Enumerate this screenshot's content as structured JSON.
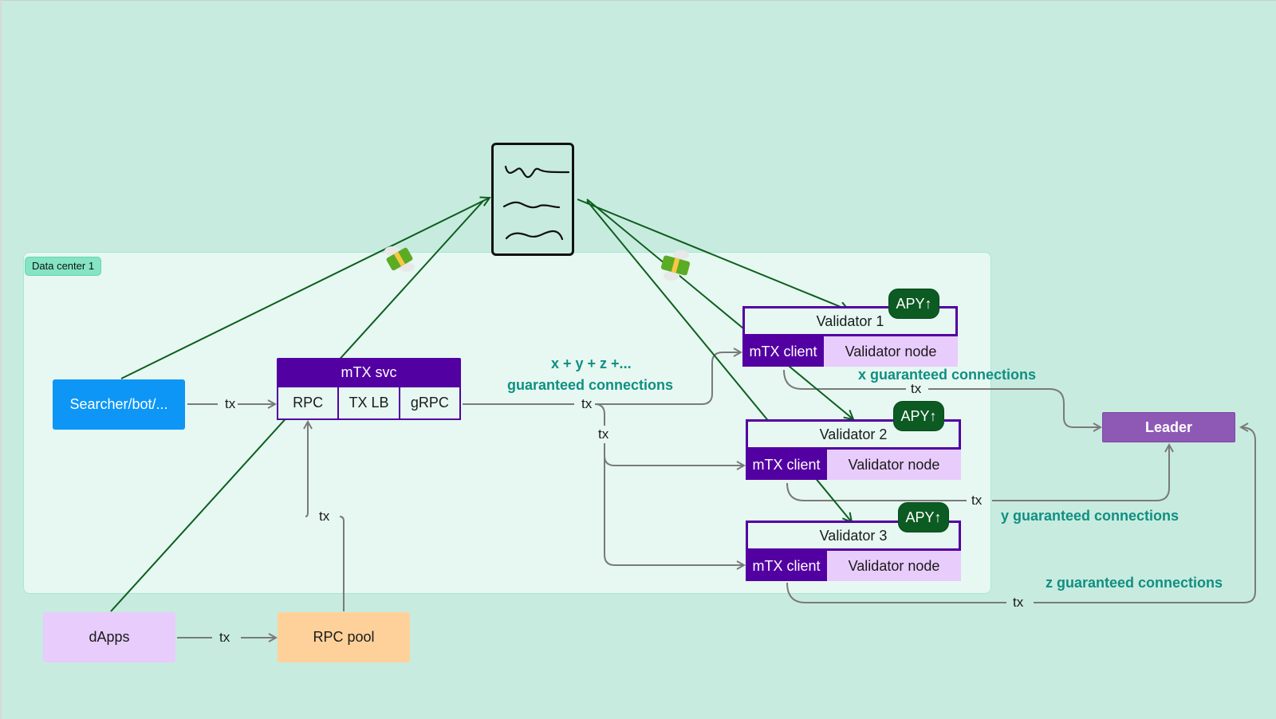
{
  "diagram": {
    "data_center": {
      "label": "Data center 1"
    },
    "nodes": {
      "searcher": "Searcher/bot/...",
      "dapps": "dApps",
      "rpc_pool": "RPC pool",
      "leader": "Leader"
    },
    "mtx_svc": {
      "title": "mTX svc",
      "cells": [
        "RPC",
        "TX LB",
        "gRPC"
      ]
    },
    "validators": [
      {
        "name": "Validator 1",
        "client": "mTX client",
        "node": "Validator node",
        "badge": "APY↑"
      },
      {
        "name": "Validator 2",
        "client": "mTX client",
        "node": "Validator node",
        "badge": "APY↑"
      },
      {
        "name": "Validator 3",
        "client": "mTX client",
        "node": "Validator node",
        "badge": "APY↑"
      }
    ],
    "edge_label": "tx",
    "annotations": {
      "total_line1": "x + y + z +...",
      "total_line2": "guaranteed connections",
      "x_conn": "x guaranteed connections",
      "y_conn": "y guaranteed connections",
      "z_conn": "z guaranteed connections"
    },
    "icons": {
      "document": "document-scribble-icon",
      "money": "money-with-wings-icon"
    },
    "colors": {
      "background": "#c8ebdf",
      "data_center_fill": "#e6f8f1",
      "searcher": "#0d96f5",
      "purple": "#5300a2",
      "leader": "#8e59b5",
      "lilac": "#e8ccfb",
      "rpc_pool": "#ffd19a",
      "apy_badge": "#0c5b22",
      "payment_line": "#0d5e1e",
      "tx_line": "#7a7a7a",
      "teal_text": "#108f82"
    }
  }
}
